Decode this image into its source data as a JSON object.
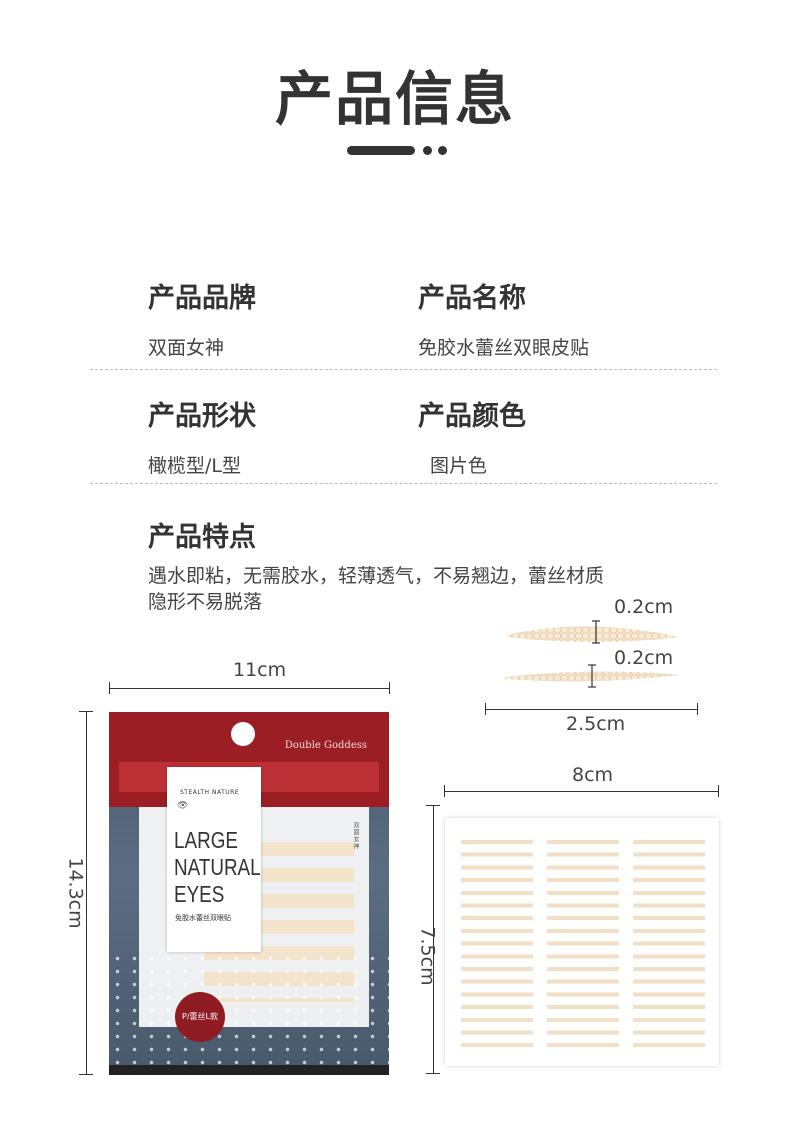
{
  "page": {
    "title": "产品信息"
  },
  "info": {
    "brand": {
      "label": "产品品牌",
      "value": "双面女神"
    },
    "name": {
      "label": "产品名称",
      "value": "免胶水蕾丝双眼皮贴"
    },
    "shape": {
      "label": "产品形状",
      "value": "橄榄型/L型"
    },
    "color": {
      "label": "产品颜色",
      "value": "图片色"
    },
    "features": {
      "label": "产品特点",
      "line1": "遇水即粘，无需胶水，轻薄透气，不易翘边，蕾丝材质",
      "line2": "隐形不易脱落"
    }
  },
  "dimensions": {
    "package_width": "11cm",
    "package_height": "14.3cm",
    "strip_width_1": "0.2cm",
    "strip_width_2": "0.2cm",
    "strip_length": "2.5cm",
    "sheet_width": "8cm",
    "sheet_height": "7.5cm"
  },
  "package": {
    "brand": "Double Goddess",
    "stealth": "STEALTH NATURE",
    "large_text": "LARGE\nNATURAL\nEYES",
    "cn_label": "免胶水蕾丝双眼贴",
    "badge": "P/蕾丝L款",
    "side_text": "双面女神",
    "eye_symbol": "👁"
  },
  "colors": {
    "title": "#333333",
    "package_red": "#9a1e24",
    "package_blue": "#4a5a6e",
    "lace": "#efd8b8"
  }
}
